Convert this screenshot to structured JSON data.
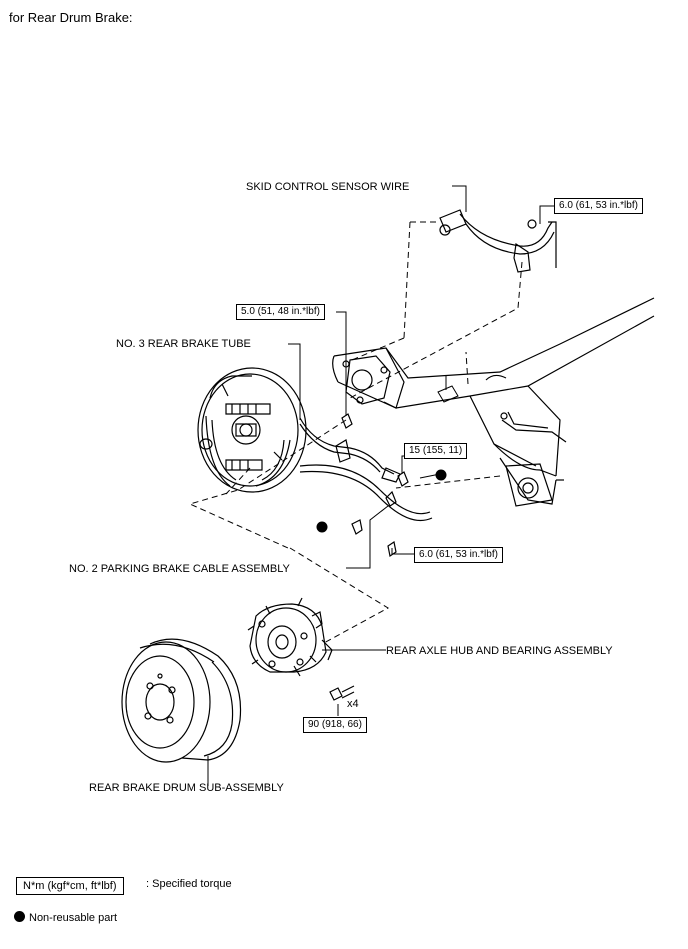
{
  "header": {
    "title": "for Rear Drum Brake:"
  },
  "parts": {
    "skid_sensor_wire": "SKID CONTROL SENSOR WIRE",
    "no3_brake_tube": "NO. 3 REAR BRAKE TUBE",
    "no2_parking_cable": "NO. 2 PARKING BRAKE CABLE ASSEMBLY",
    "axle_hub": "REAR AXLE HUB AND BEARING ASSEMBLY",
    "brake_drum": "REAR BRAKE DRUM SUB-ASSEMBLY"
  },
  "torques": {
    "sensor_bolt": "6.0 (61, 53 in.*lbf)",
    "tube_bolt": "5.0 (51, 48 in.*lbf)",
    "union_nut": "15 (155, 11)",
    "cable_bolt": "6.0 (61, 53 in.*lbf)",
    "hub_bolt": "90 (918, 66)"
  },
  "hub_bolt_qty": "x4",
  "legend": {
    "torque_unit": "N*m (kgf*cm, ft*lbf)",
    "torque_desc": ": Specified torque",
    "nonreusable": "Non-reusable part"
  }
}
